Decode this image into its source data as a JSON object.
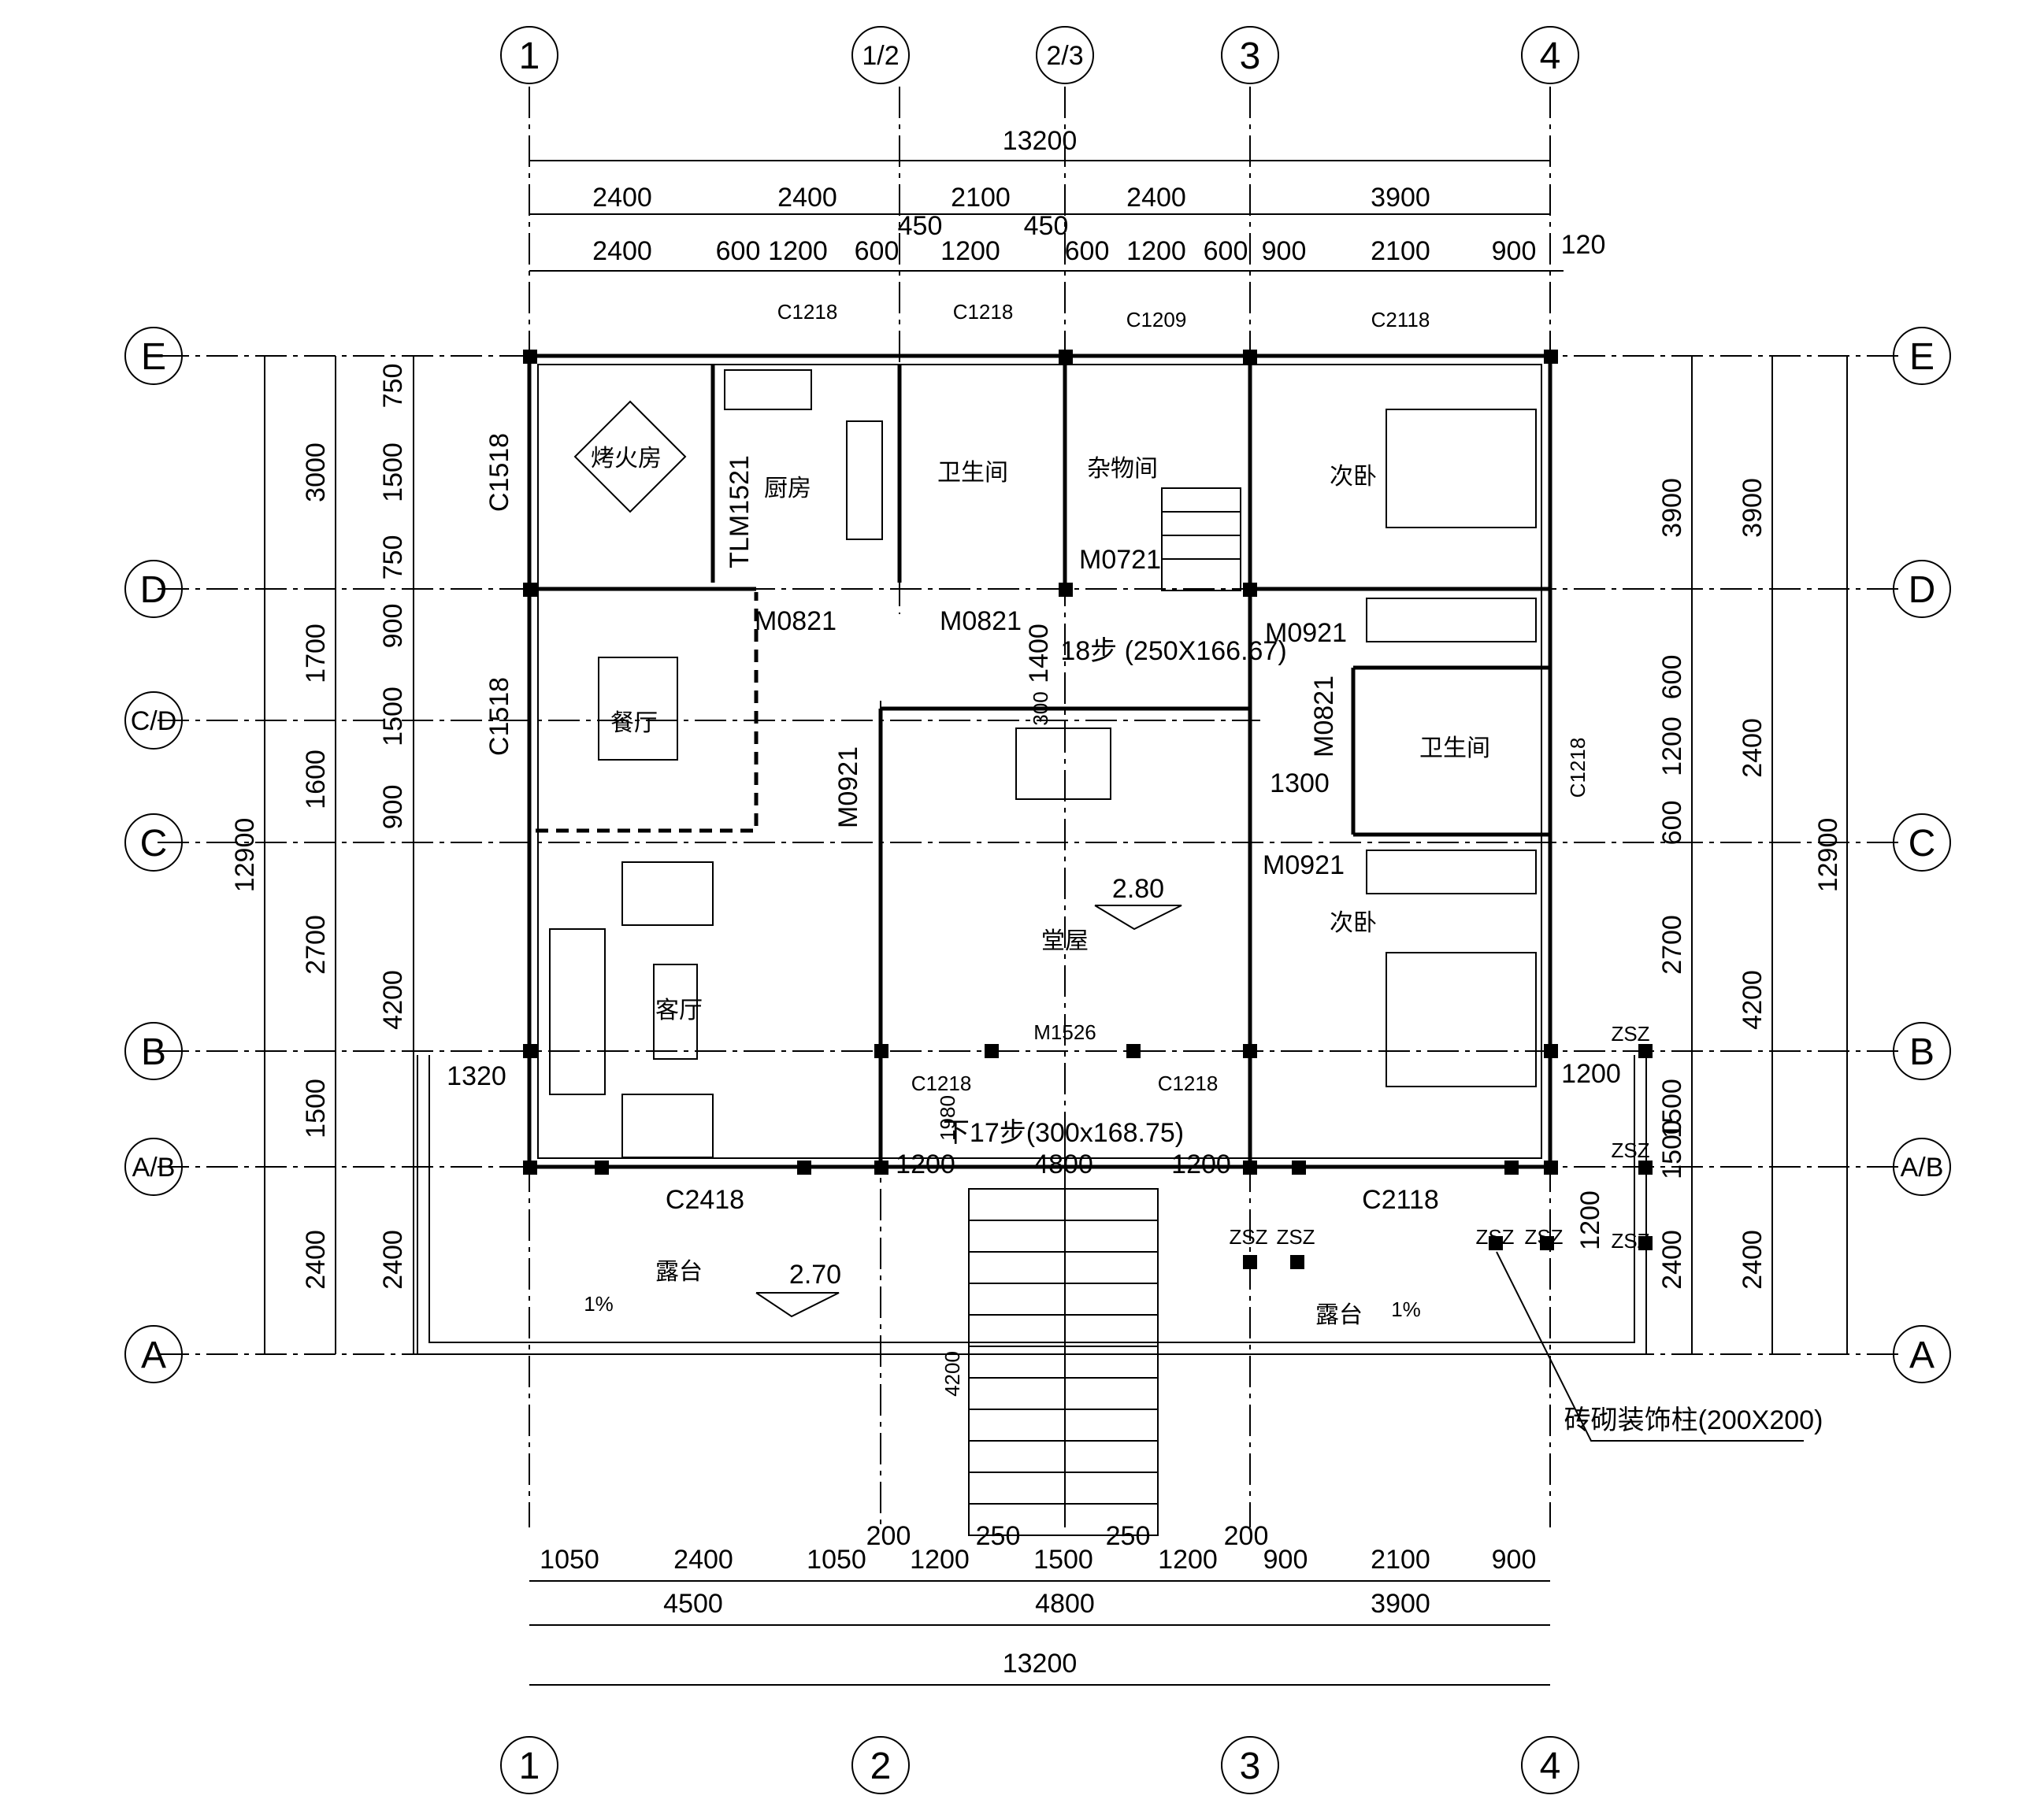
{
  "axes": {
    "top": [
      "1",
      "1/2",
      "2/3",
      "3",
      "4"
    ],
    "bottom": [
      "1",
      "2",
      "3",
      "4"
    ],
    "left": [
      "E",
      "D",
      "C/D",
      "C",
      "B",
      "A/B",
      "A"
    ],
    "right": [
      "E",
      "D",
      "C",
      "B",
      "A/B",
      "A"
    ]
  },
  "dims_top": {
    "total": "13200",
    "row1": [
      "2400",
      "2400",
      "2100",
      "2400",
      "3900"
    ],
    "row2": [
      "2400",
      "600",
      "1200",
      "600",
      "1200",
      "600",
      "1200",
      "600",
      "900",
      "2100",
      "900"
    ],
    "extra": [
      "450",
      "450",
      "120"
    ]
  },
  "dims_bottom": {
    "row1": [
      "1050",
      "2400",
      "1050",
      "200",
      "1200",
      "250",
      "1500",
      "250",
      "1200",
      "200",
      "900",
      "2100",
      "900"
    ],
    "row2": [
      "4500",
      "4800",
      "3900"
    ],
    "total": "13200"
  },
  "dims_left": {
    "total": "12900",
    "mid": [
      "3000",
      "1700",
      "1600",
      "2700",
      "4200",
      "1500",
      "2400"
    ],
    "inner": [
      "750",
      "1500",
      "750",
      "900",
      "1500",
      "900",
      "2400"
    ]
  },
  "dims_right": {
    "total": "12900",
    "outer": [
      "3900",
      "2400",
      "4200",
      "1500",
      "2400"
    ],
    "inner": [
      "3900",
      "600",
      "1200",
      "600",
      "2700",
      "1500",
      "2400"
    ],
    "extra": [
      "1200"
    ]
  },
  "rooms": {
    "bbq": "烤火房",
    "kitchen": "厨房",
    "wc1": "卫生间",
    "storage": "杂物间",
    "bedroom1": "次卧",
    "dining": "餐厅",
    "wc2": "卫生间",
    "hall": "堂屋",
    "living": "客厅",
    "bedroom2": "次卧",
    "terrace1": "露台",
    "terrace2": "露台"
  },
  "openings": {
    "c1218_a": "C1218",
    "c1218_b": "C1218",
    "c1209": "C1209",
    "c2118_top": "C2118",
    "c1518_a": "C1518",
    "c1518_b": "C1518",
    "tlm1521": "TLM1521",
    "m0821_a": "M0821",
    "m0821_b": "M0821",
    "m0821_c": "M0821",
    "m0721": "M0721",
    "m0921_a": "M0921",
    "m0921_b": "M0921",
    "m0921_c": "M0921",
    "c1218_wc": "C1218",
    "m1526": "M1526",
    "c1218_c": "C1218",
    "c1218_d": "C1218",
    "c2418": "C2418",
    "c2118_bottom": "C2118"
  },
  "notes": {
    "stair_up": "18步 (250X166.67)",
    "stair_down": "下17步(300x168.75)",
    "level_hall": "2.80",
    "level_terrace": "2.70",
    "slope": "1%",
    "zsz": "ZSZ",
    "pillar": "砖砌装饰柱(200X200)",
    "d1400": "1400",
    "d300": "300",
    "d1300": "1300",
    "d1320": "1320",
    "d1200": "1200",
    "d1980": "1980",
    "d4200": "4200"
  }
}
